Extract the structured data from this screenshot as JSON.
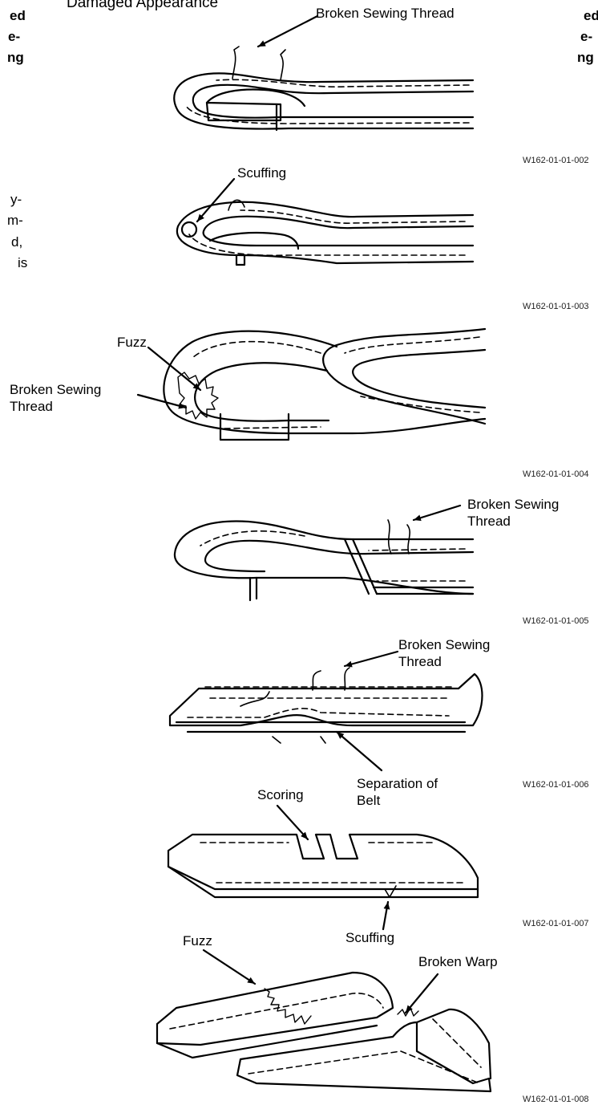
{
  "heading": "Damaged Appearance",
  "left_fragments": {
    "bold": [
      "ed",
      "e-",
      "ng"
    ],
    "plain": [
      "y-",
      "m-",
      "d,",
      "is"
    ]
  },
  "figures": [
    {
      "labels": [
        "Broken Sewing Thread"
      ],
      "code": "W162-01-01-002"
    },
    {
      "labels": [
        "Scuffing"
      ],
      "code": "W162-01-01-003"
    },
    {
      "labels": [
        "Fuzz",
        "Broken Sewing\nThread"
      ],
      "code": "W162-01-01-004"
    },
    {
      "labels": [
        "Broken Sewing\nThread"
      ],
      "code": "W162-01-01-005"
    },
    {
      "labels": [
        "Broken Sewing\nThread",
        "Separation of\nBelt"
      ],
      "code": "W162-01-01-006"
    },
    {
      "labels": [
        "Scoring",
        "Scuffing"
      ],
      "code": "W162-01-01-007"
    },
    {
      "labels": [
        "Fuzz",
        "Broken Warp"
      ],
      "code": "W162-01-01-008"
    }
  ]
}
